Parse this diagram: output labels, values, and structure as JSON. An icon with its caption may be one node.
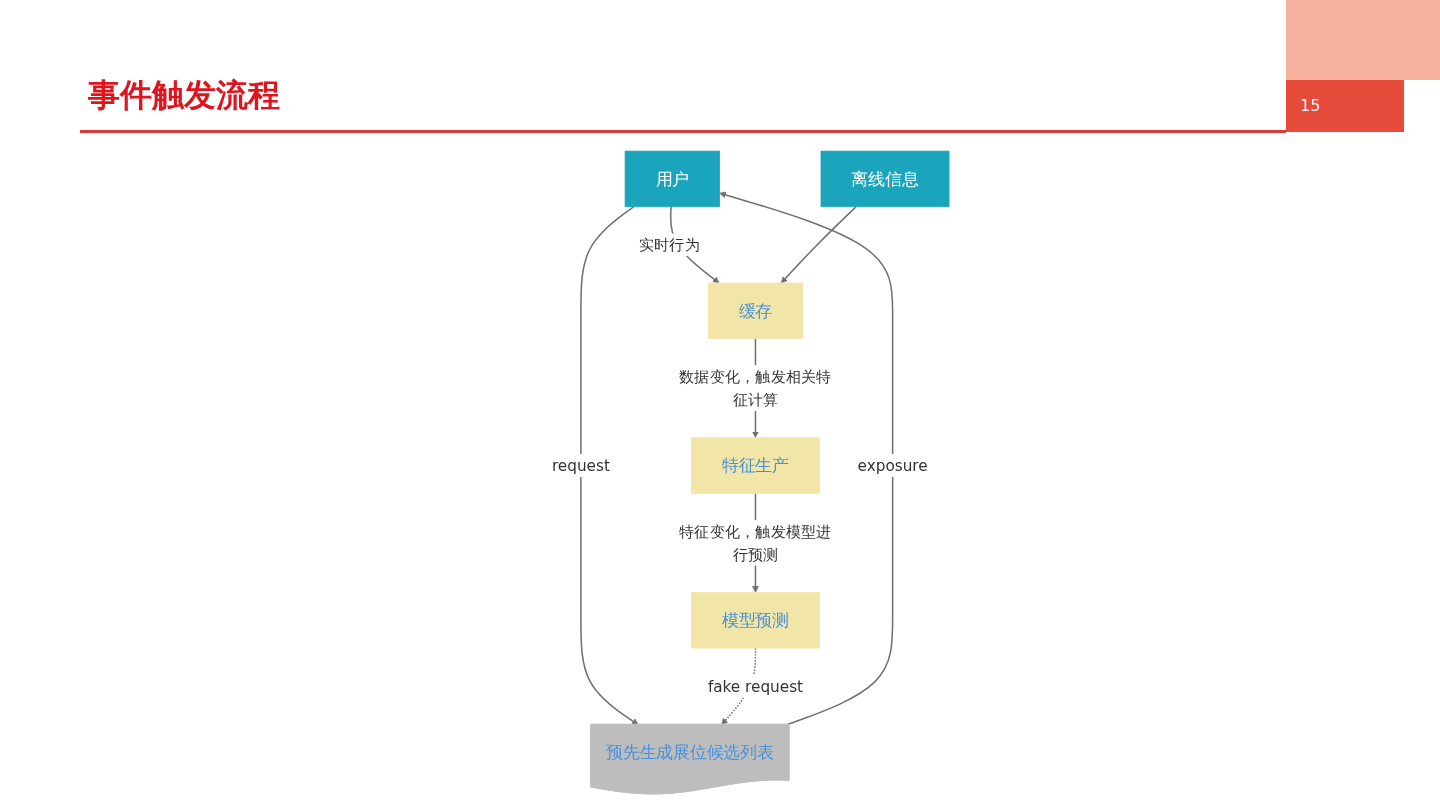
{
  "diagram": {
    "title": "事件触发流程",
    "nodes": [
      {
        "text": [
          "用户"
        ]
      },
      {
        "text": [
          "缓存"
        ]
      },
      {
        "text": [
          "离线信息"
        ]
      },
      {
        "text": [
          "特征生产"
        ]
      },
      {
        "text": [
          "模型预测"
        ]
      },
      {
        "text": [
          "预先生成展位候选列表"
        ]
      }
    ],
    "edges": [
      {
        "from": 0,
        "to": 1,
        "arrow": "to",
        "label": "实时行为"
      },
      {
        "from": 2,
        "to": 1,
        "arrow": "to"
      },
      {
        "from": 1,
        "to": 3,
        "arrow": "to",
        "label": "数据变化，触发相关特征计算"
      },
      {
        "from": 3,
        "to": 4,
        "arrow": "to",
        "label": "特征变化，触发模型进行预测"
      },
      {
        "from": 0,
        "to": 5,
        "arrow": "to",
        "label": "request"
      },
      {
        "from": 5,
        "to": 0,
        "arrow": "to",
        "label": "exposure"
      },
      {
        "from": 4,
        "to": 5,
        "arrow": "to",
        "label": "fake request",
        "style": "dashed"
      }
    ],
    "labels": [
      "15"
    ]
  }
}
